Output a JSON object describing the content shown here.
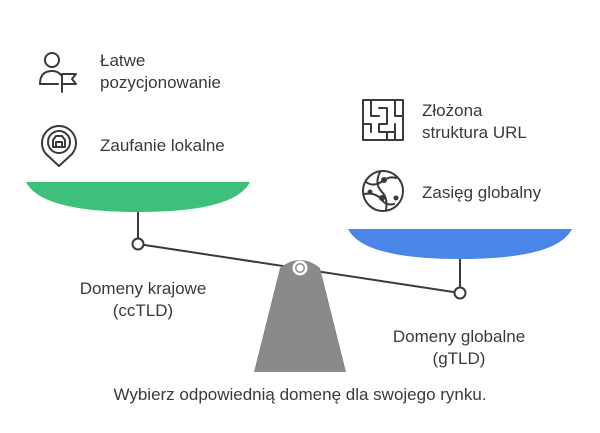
{
  "left_side": {
    "items": [
      {
        "icon": "person-flag-icon",
        "label_line1": "Łatwe",
        "label_line2": "pozycjonowanie"
      },
      {
        "icon": "local-trust-badge-icon",
        "label_line1": "Zaufanie lokalne"
      }
    ],
    "caption_line1": "Domeny krajowe",
    "caption_line2": "(ccTLD)",
    "pan_color": "#3cc07a"
  },
  "right_side": {
    "items": [
      {
        "icon": "maze-icon",
        "label_line1": "Złożona",
        "label_line2": "struktura URL"
      },
      {
        "icon": "globe-network-icon",
        "label_line1": "Zasięg globalny"
      }
    ],
    "caption_line1": "Domeny globalne",
    "caption_line2": "(gTLD)",
    "pan_color": "#4a86e8"
  },
  "footer": "Wybierz odpowiednią domenę dla swojego rynku.",
  "colors": {
    "stand": "#8a8a8a",
    "beam": "#3a3a3a",
    "text": "#3a3a3a"
  }
}
